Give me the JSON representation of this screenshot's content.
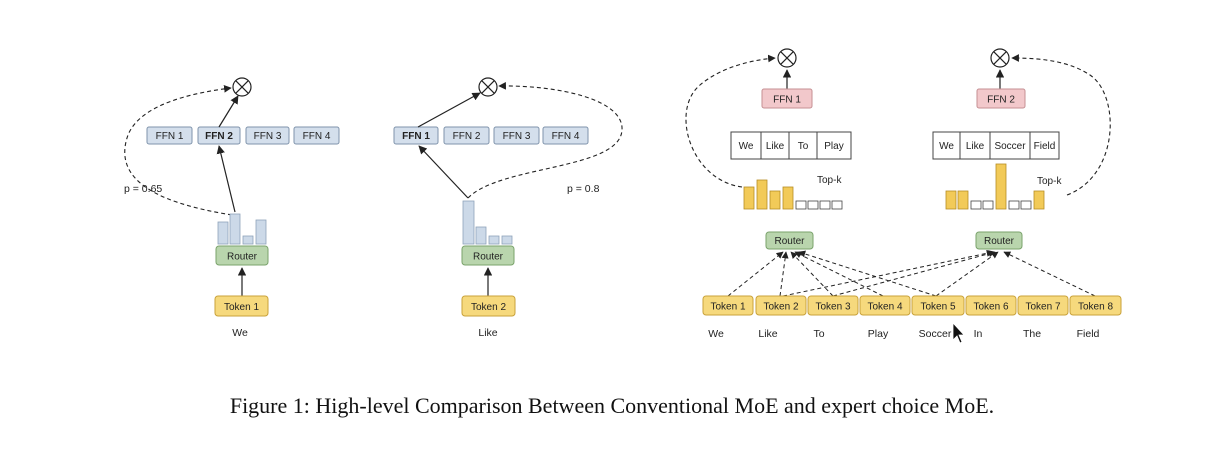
{
  "panel_left": {
    "experts": [
      "FFN 1",
      "FFN 2",
      "FFN 3",
      "FFN 4"
    ],
    "selected_expert": "FFN 2",
    "probability": "p = 0.65",
    "router": "Router",
    "token": "Token 1",
    "word": "We"
  },
  "panel_middle": {
    "experts": [
      "FFN 1",
      "FFN 2",
      "FFN 3",
      "FFN 4"
    ],
    "selected_expert": "FFN 1",
    "probability": "p = 0.8",
    "router": "Router",
    "token": "Token 2",
    "word": "Like"
  },
  "panel_right": {
    "expert_1": {
      "label": "FFN 1",
      "buffer": [
        "We",
        "Like",
        "To",
        "Play"
      ],
      "topk": "Top-k"
    },
    "expert_2": {
      "label": "FFN 2",
      "buffer": [
        "We",
        "Like",
        "Soccer",
        "Field"
      ],
      "topk": "Top-k"
    },
    "router_1": "Router",
    "router_2": "Router",
    "tokens": [
      "Token 1",
      "Token 2",
      "Token 3",
      "Token 4",
      "Token 5",
      "Token 6",
      "Token 7",
      "Token 8"
    ],
    "words": [
      "We",
      "Like",
      "To",
      "Play",
      "Soccer",
      "In",
      "The",
      "Field"
    ]
  },
  "caption": "Figure 1: High-level Comparison Between Conventional MoE and expert choice MoE.",
  "colors": {
    "ffn_fill": "#d4dfec",
    "ffn_stroke": "#7f93ab",
    "router_fill": "#b9d5ad",
    "router_stroke": "#7aa36b",
    "token_fill": "#f6d97d",
    "token_stroke": "#c9a23a",
    "expert_fill": "#f2c8cb",
    "expert_stroke": "#c58f93",
    "bar_blue": "#ccd9e8",
    "bar_yellow": "#f2ca58"
  }
}
